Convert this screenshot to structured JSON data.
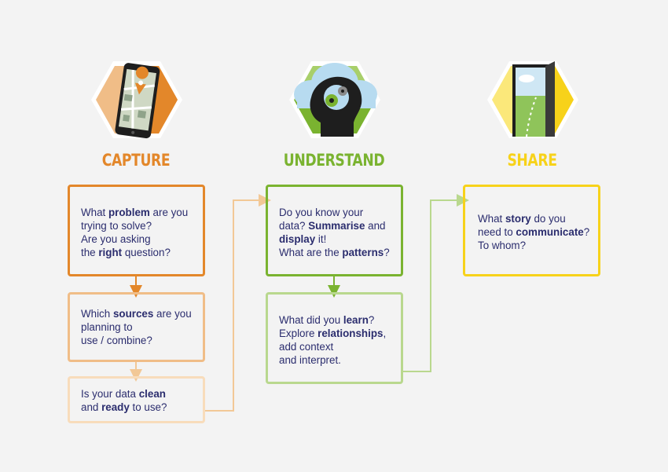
{
  "colors": {
    "capture": "#e3872a",
    "capture_light": "#f2c896",
    "understand": "#7ab330",
    "understand_light": "#b9d88e",
    "share": "#f7d21a",
    "text": "#2b2d6e",
    "background": "#f3f3f3"
  },
  "icons": {
    "capture": "phone-map-icon",
    "understand": "head-gears-icon",
    "share": "open-door-icon"
  },
  "stages": {
    "capture": {
      "heading": "CAPTURE",
      "box1": {
        "line1_a": "What ",
        "line1_b": "problem",
        "line1_c": " are you",
        "line2": "trying to solve?",
        "line3": "Are you asking",
        "line4_a": "the ",
        "line4_b": "right",
        "line4_c": " question?"
      },
      "box2": {
        "line1_a": "Which ",
        "line1_b": "sources",
        "line1_c": " are you",
        "line2": "planning to",
        "line3": "use / combine?"
      },
      "box3": {
        "line1_a": "Is your data ",
        "line1_b": "clean",
        "line2_a": "and ",
        "line2_b": "ready",
        "line2_c": " to use?"
      }
    },
    "understand": {
      "heading": "UNDERSTAND",
      "box1": {
        "line1": "Do you know your",
        "line2_a": "data? ",
        "line2_b": "Summarise",
        "line2_c": " and",
        "line3_a": "display",
        "line3_b": " it!",
        "line4_a": "What are the ",
        "line4_b": "patterns",
        "line4_c": "?"
      },
      "box2": {
        "line1_a": "What did you ",
        "line1_b": "learn",
        "line1_c": "?",
        "line2_a": "Explore ",
        "line2_b": "relationships",
        "line2_c": ",",
        "line3": "add context",
        "line4": "and interpret."
      }
    },
    "share": {
      "heading": "SHARE",
      "box1": {
        "line1_a": "What ",
        "line1_b": "story",
        "line1_c": " do you",
        "line2_a": "need to ",
        "line2_b": "communicate",
        "line2_c": "?",
        "line3": "To whom?"
      }
    }
  }
}
